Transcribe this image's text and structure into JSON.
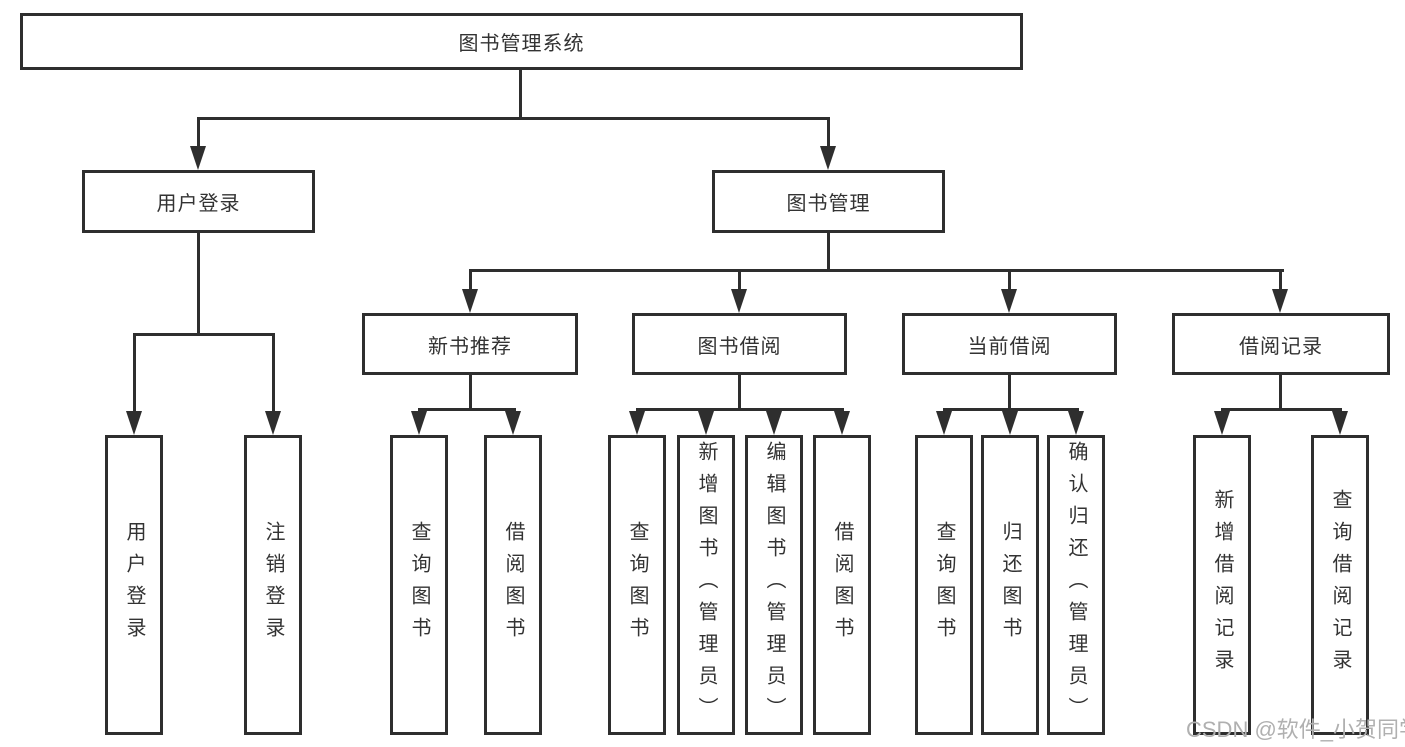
{
  "tree": {
    "label": "图书管理系统",
    "children": [
      {
        "label": "用户登录",
        "children": [
          {
            "label": "用户登录"
          },
          {
            "label": "注销登录"
          }
        ]
      },
      {
        "label": "图书管理",
        "children": [
          {
            "label": "新书推荐",
            "children": [
              {
                "label": "查询图书"
              },
              {
                "label": "借阅图书"
              }
            ]
          },
          {
            "label": "图书借阅",
            "children": [
              {
                "label": "查询图书"
              },
              {
                "label": "新增图书（管理员）"
              },
              {
                "label": "编辑图书（管理员）"
              },
              {
                "label": "借阅图书"
              }
            ]
          },
          {
            "label": "当前借阅",
            "children": [
              {
                "label": "查询图书"
              },
              {
                "label": "归还图书"
              },
              {
                "label": "确认归还（管理员）"
              }
            ]
          },
          {
            "label": "借阅记录",
            "children": [
              {
                "label": "新增借阅记录"
              },
              {
                "label": "查询借阅记录"
              }
            ]
          }
        ]
      }
    ]
  },
  "watermark": {
    "text": "CSDN @软件_小贺同学"
  },
  "colors": {
    "line": "#2e2e2e",
    "box_border": "#2e2e2e",
    "text": "#333333",
    "watermark": "#b0b0b0",
    "background": "#ffffff"
  }
}
